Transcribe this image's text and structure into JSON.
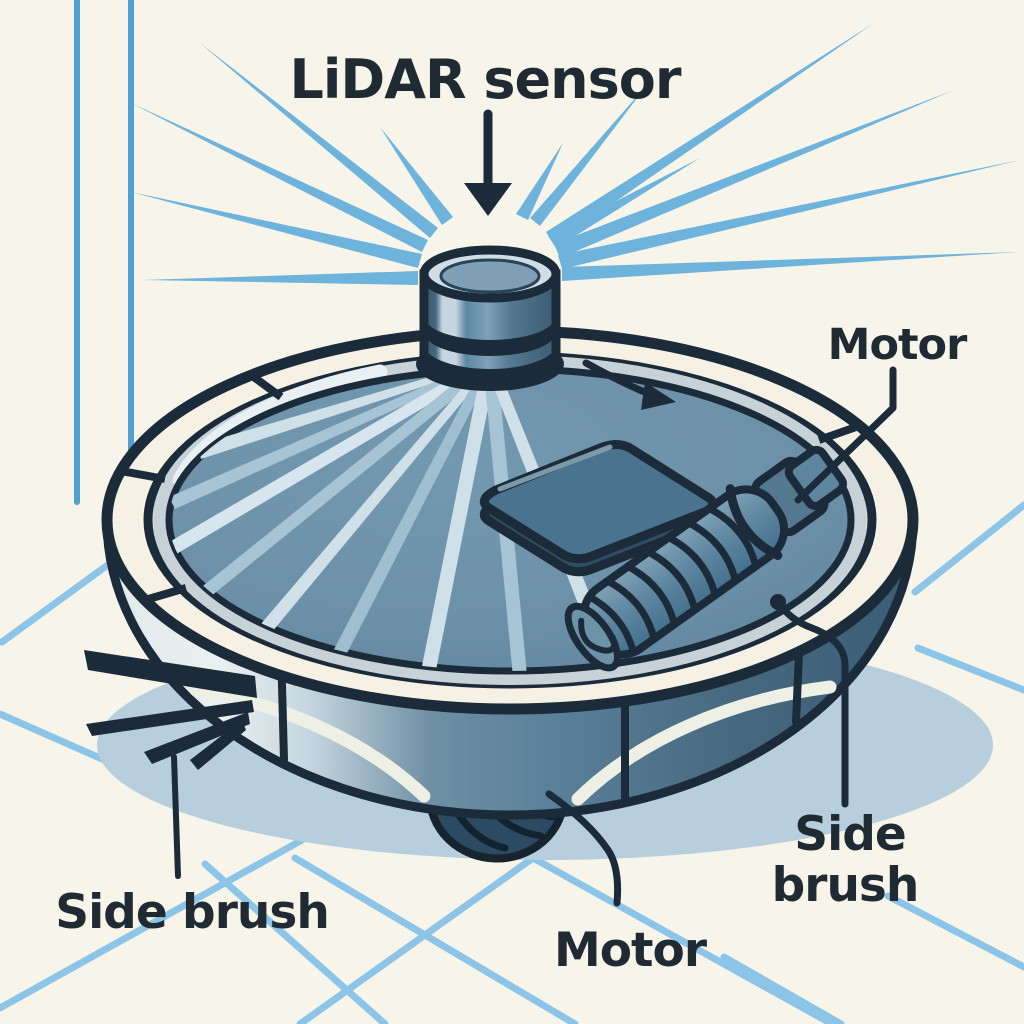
{
  "diagram": {
    "labels": {
      "lidar": "LiDAR sensor",
      "motor_top": "Motor",
      "motor_bottom": "Motor",
      "side_brush_left": "Side brush",
      "side_brush_right_top": "Side",
      "side_brush_right_bottom": "brush"
    },
    "icons": {
      "down_arrow": "down-arrow-icon",
      "rotation_arrow": "rotation-arrow-icon",
      "lidar_rays": "lidar-rays-icon"
    },
    "colors": {
      "background": "#f7f4ea",
      "wall_line": "#4f9fd0",
      "floor_line": "#8cc5e8",
      "lidar_ray": "#6db3dc",
      "outline": "#1c2b39",
      "label_text": "#1f2a33",
      "deck": "#6e93ab",
      "shadow": "#b7cedd",
      "rim_ring": "#f5f1e4"
    }
  }
}
